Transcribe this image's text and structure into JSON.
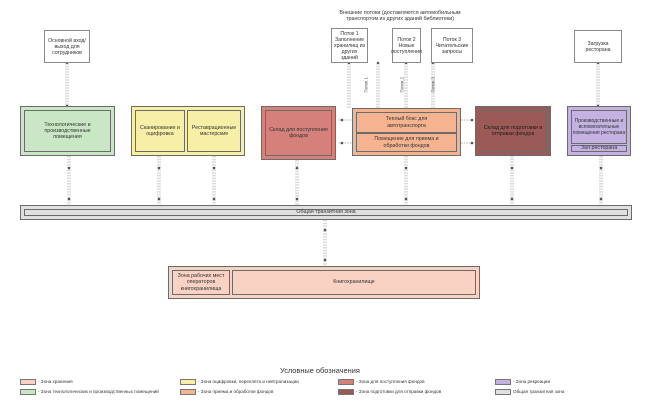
{
  "top": {
    "external_title": "Внешние потоки (доставляются автомобильным транспортом из других зданий библиотеки)",
    "staff_entry": "Основной вход/выход для сотрудников",
    "flow1": "Поток 1 Заполнение хранилищ из других зданий",
    "flow2": "Поток 2 Новые поступления",
    "flow3": "Поток 3 Читательские запросы",
    "restaurant_load": "Загрузка ресторана"
  },
  "flow_labels": {
    "f1": "Поток 1",
    "f2": "Поток 2",
    "f3": "Поток 3"
  },
  "zones": {
    "tech": "Технологические и производственные помещения",
    "scan": "Сканирование и оцифровка",
    "restore": "Реставрационные мастерские",
    "intake_store": "Склад для поступления фондов",
    "warm_box": "Теплый бокс для автотранспорта",
    "processing": "Помещение для приема и обработки фондов",
    "dispatch_store": "Склад для подготовки и отправки фондов",
    "rest_prod": "Производственные и вспомогательные помещения ресторана",
    "rest_hall": "Зал ресторана",
    "transit": "Общая транзитная зона",
    "operators": "Зона рабочих мест операторов книгохранилища",
    "book_storage": "Книгохранилище"
  },
  "legend": {
    "title": "Условные обозначения",
    "items": [
      {
        "label": "- Зона хранения",
        "color": "#f9d2c4"
      },
      {
        "label": "- Зона технологических и производственных помещений",
        "color": "#c9e7c4"
      },
      {
        "label": "- Зона оцифровки, переплета и нейтрализации",
        "color": "#f7efa6"
      },
      {
        "label": "- Зона приема и обработки фондов",
        "color": "#f6b390"
      },
      {
        "label": "- Зона для поступления фондов",
        "color": "#d5807a"
      },
      {
        "label": "- Зона подготовки для отправки фондов",
        "color": "#9b5a55"
      },
      {
        "label": "- Зона рекреации",
        "color": "#c4b2e2"
      },
      {
        "label": "Общая транзитная зона",
        "color": "#e0e0e0"
      }
    ]
  },
  "colors": {
    "storage": "#f9d2c4",
    "tech": "#c9e7c4",
    "scan": "#f7efa6",
    "processing": "#f6b390",
    "intake": "#d5807a",
    "dispatch": "#9b5a55",
    "recreation": "#c4b2e2",
    "transit": "#e0e0e0"
  }
}
